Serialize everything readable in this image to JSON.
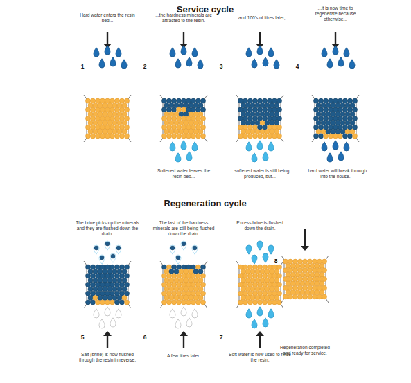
{
  "diagram": {
    "labels": [
      "Service cycle",
      "Hard water enters the resin bed...",
      "...the hardness minerals are attracted to the resin.",
      "...and 100's of litres later,",
      "...it is now time to regenerate because otherwise...",
      "1",
      "2",
      "3",
      "4",
      "Softened water leaves the resin bed...",
      "...softened water is still being produced, but...",
      "...hard water will break through into the house.",
      "Regeneration cycle",
      "The brine picks up the minerals and they are flushed down the drain.",
      "The last of the hardness minerals are still being flushed down the drain.",
      "Excess brine is flushed down the drain.",
      "8",
      "5",
      "6",
      "7",
      "Salt (brine) is now flushed through the resin in reverse.",
      "A few litres later.",
      "Soft water is now used to rinse the resin.",
      "Regeneration completed and ready for service."
    ]
  }
}
